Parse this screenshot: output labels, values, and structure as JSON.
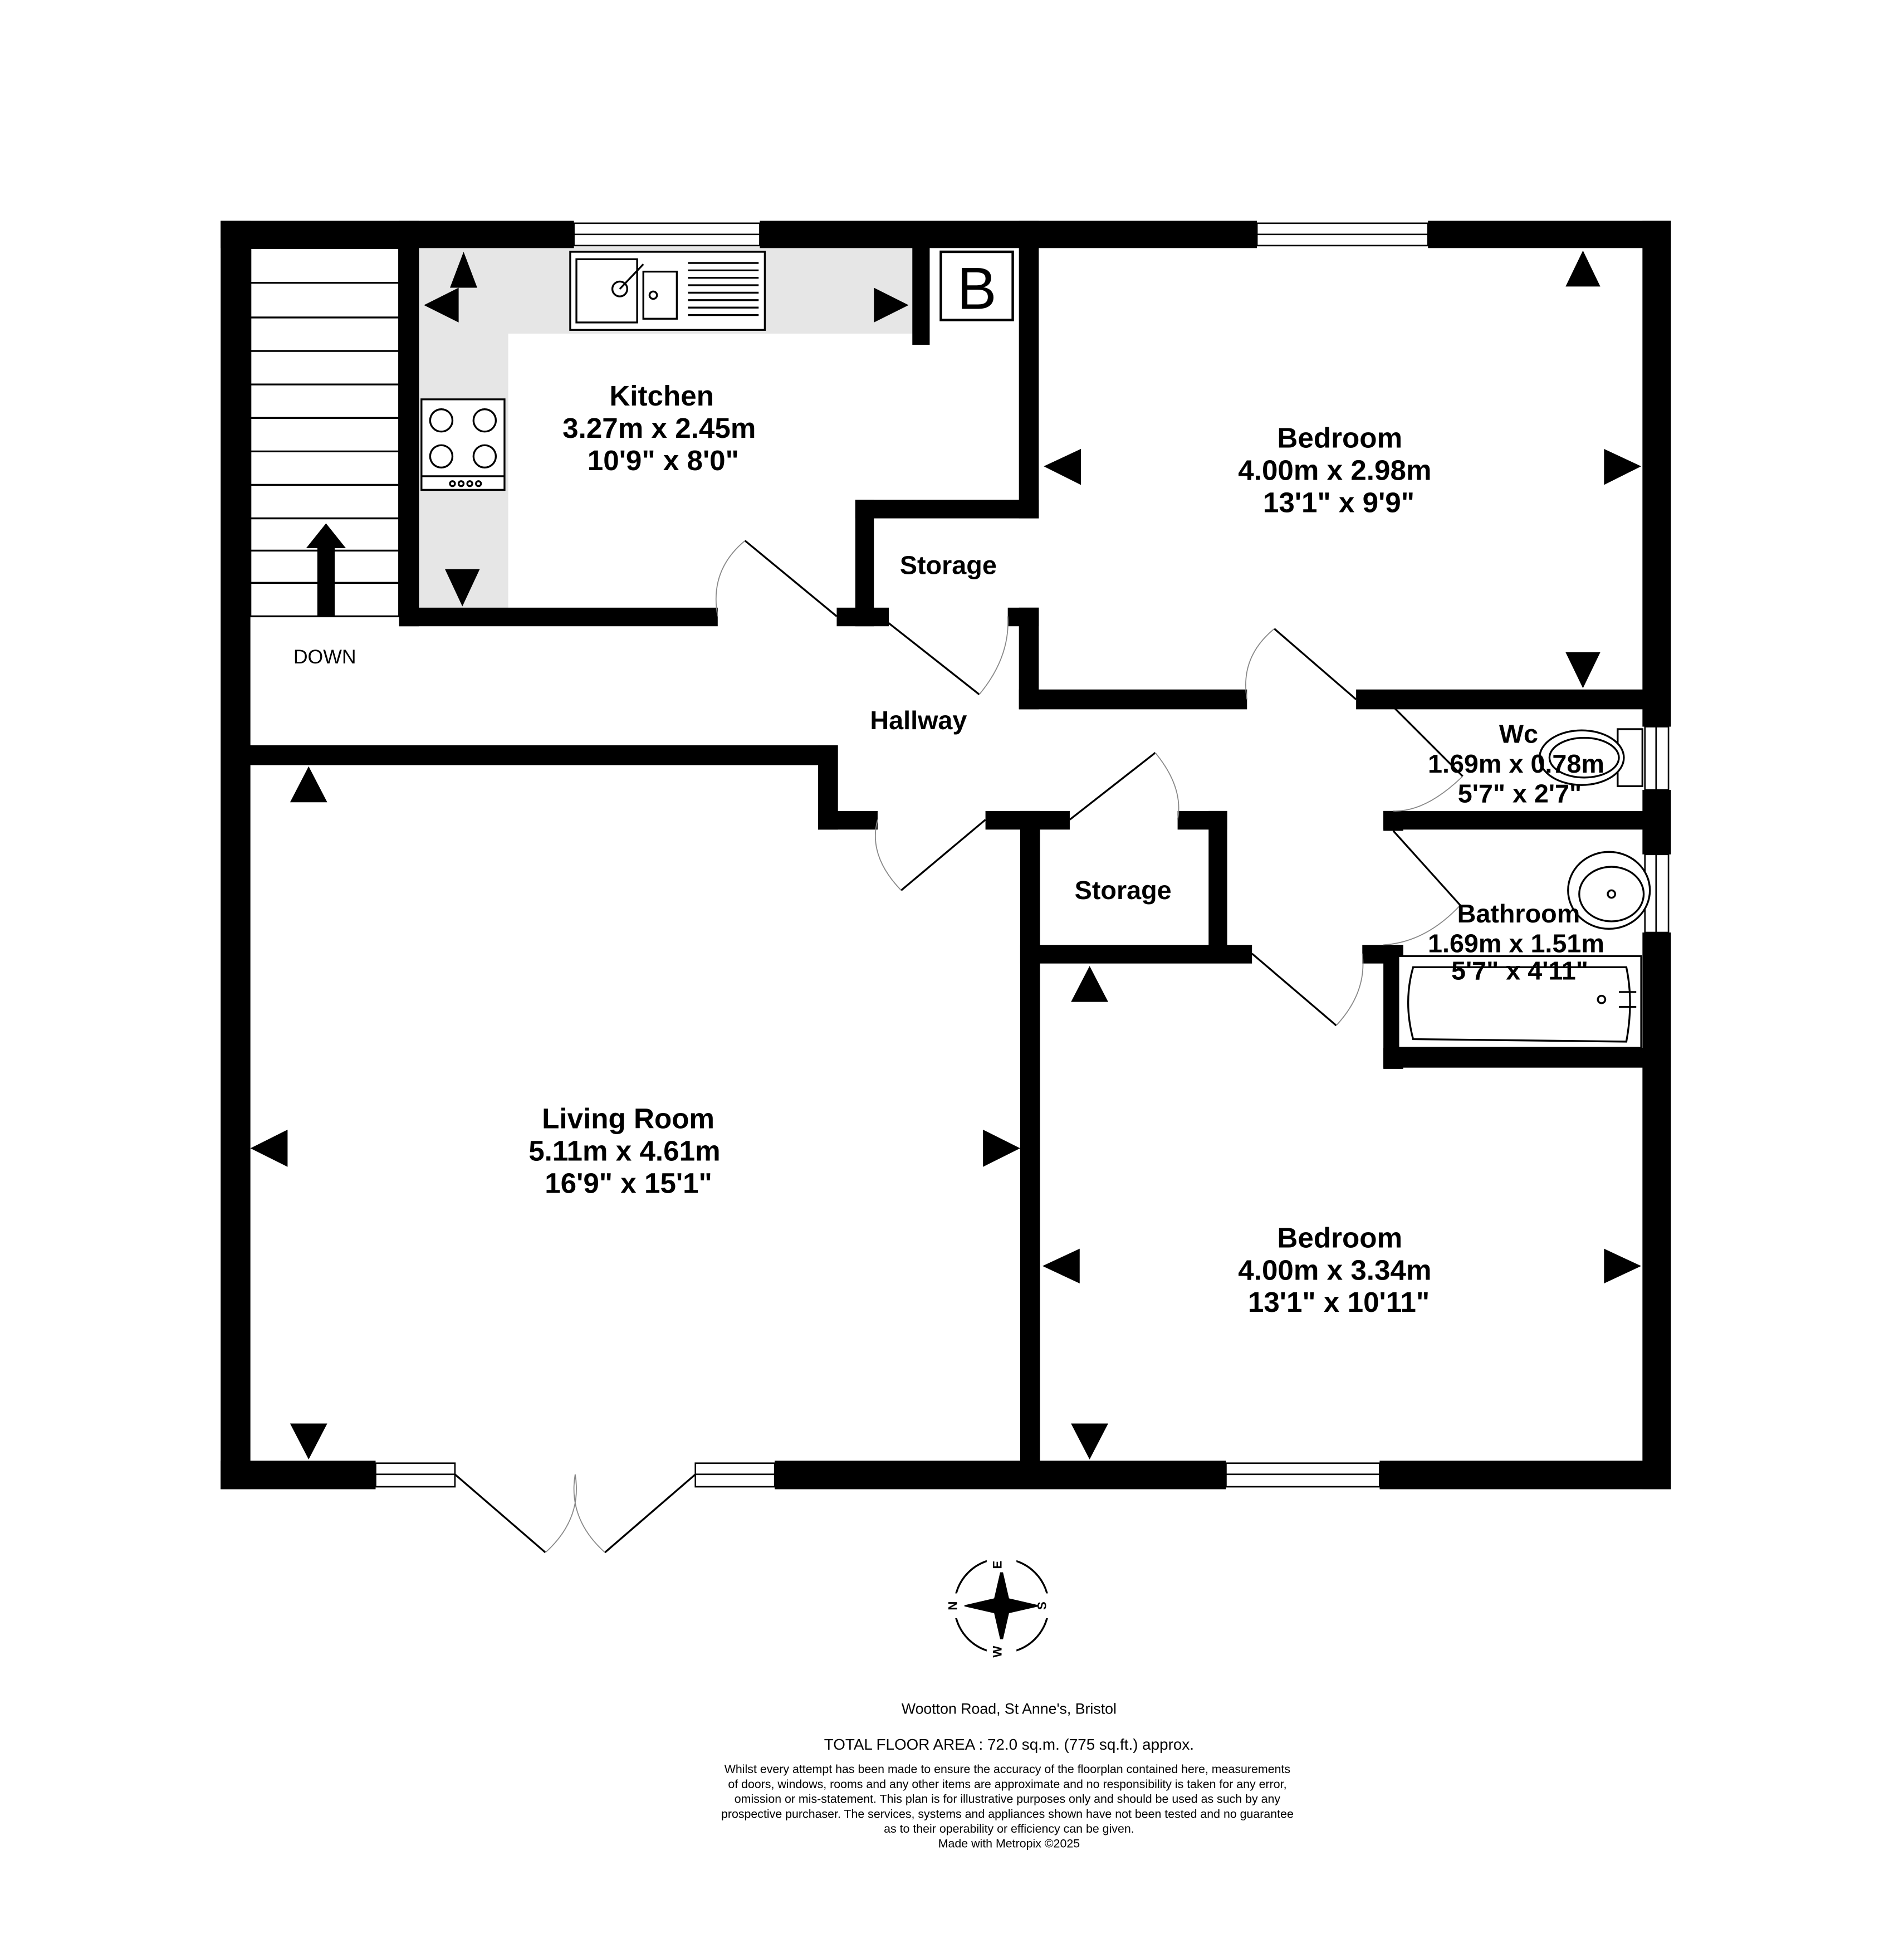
{
  "rooms": {
    "kitchen": {
      "name": "Kitchen",
      "metric": "3.27m  x 2.45m",
      "imperial": "10'9\"  x 8'0\""
    },
    "bedroom1": {
      "name": "Bedroom",
      "metric": "4.00m  x 2.98m",
      "imperial": "13'1\"  x 9'9\""
    },
    "storage1": {
      "name": "Storage"
    },
    "hallway": {
      "name": "Hallway"
    },
    "wc": {
      "name": "Wc",
      "metric": "1.69m  x 0.78m",
      "imperial": "5'7\"  x 2'7\""
    },
    "storage2": {
      "name": "Storage"
    },
    "bathroom": {
      "name": "Bathroom",
      "metric": "1.69m  x 1.51m",
      "imperial": "5'7\"  x 4'11\""
    },
    "living": {
      "name": "Living Room",
      "metric": "5.11m  x 4.61m",
      "imperial": "16'9\"  x 15'1\""
    },
    "bedroom2": {
      "name": "Bedroom",
      "metric": "4.00m  x 3.34m",
      "imperial": "13'1\"  x 10'11\""
    }
  },
  "stairs": {
    "label": "DOWN"
  },
  "boiler": {
    "label": "B"
  },
  "compass": {
    "n": "N",
    "e": "E",
    "s": "S",
    "w": "W"
  },
  "footer": {
    "address": "Wootton Road, St Anne's, Bristol",
    "area": "TOTAL FLOOR AREA : 72.0 sq.m. (775 sq.ft.) approx.",
    "disclaimer": [
      "Whilst every attempt has been made to ensure the accuracy of the floorplan contained here, measurements",
      "of doors, windows, rooms and any other items are approximate and no responsibility is taken for any error,",
      "omission or mis-statement. This plan is for illustrative purposes only and should be used as such by any",
      "prospective purchaser. The services, systems and appliances shown have not been tested and no guarantee",
      "as to their operability or efficiency can be given."
    ],
    "credit": "Made with Metropix ©2025"
  },
  "colors": {
    "wall": "#000000",
    "kitchen_counter": "#e6e6e6",
    "background": "#ffffff"
  }
}
